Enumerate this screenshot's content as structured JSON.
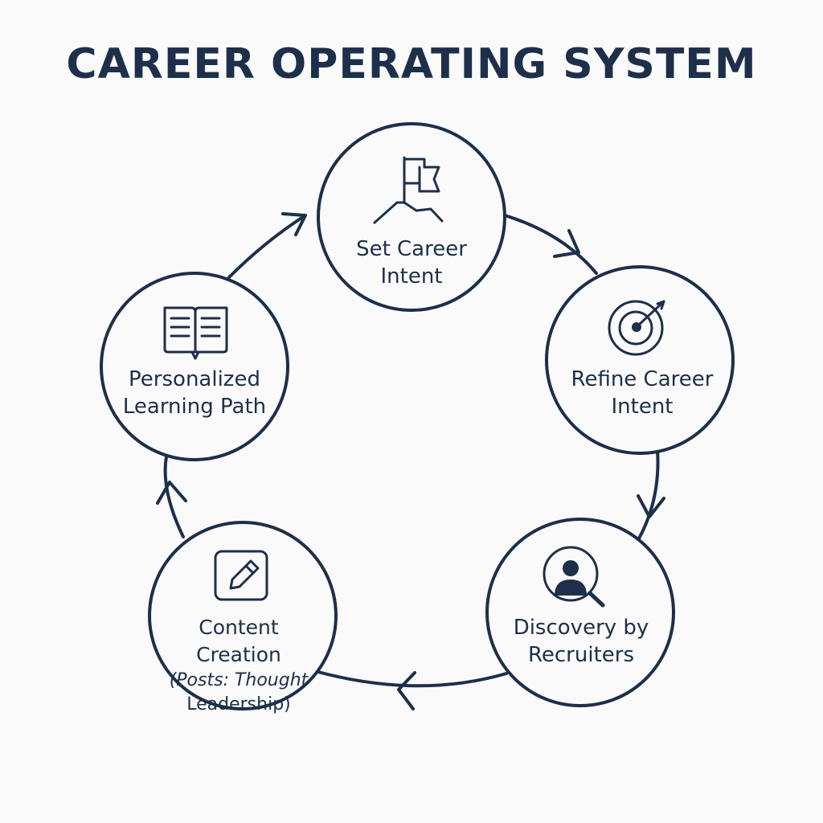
{
  "title": "CAREER OPERATING SYSTEM",
  "colors": {
    "ink": "#1d2f4a",
    "background": "#fafafa"
  },
  "nodes": [
    {
      "lines": [
        "Set Career",
        "Intent"
      ],
      "icon": "flag-on-mountain-icon"
    },
    {
      "lines": [
        "Refine Career",
        "Intent"
      ],
      "icon": "target-icon"
    },
    {
      "lines": [
        "Discovery by",
        "Recruiters"
      ],
      "icon": "person-search-icon"
    },
    {
      "lines": [
        "Content Creation",
        "(Posts: Thought",
        "Leadership)"
      ],
      "icon": "pencil-edit-icon"
    },
    {
      "lines": [
        "Personalized",
        "Learning Path"
      ],
      "icon": "open-book-icon"
    }
  ]
}
